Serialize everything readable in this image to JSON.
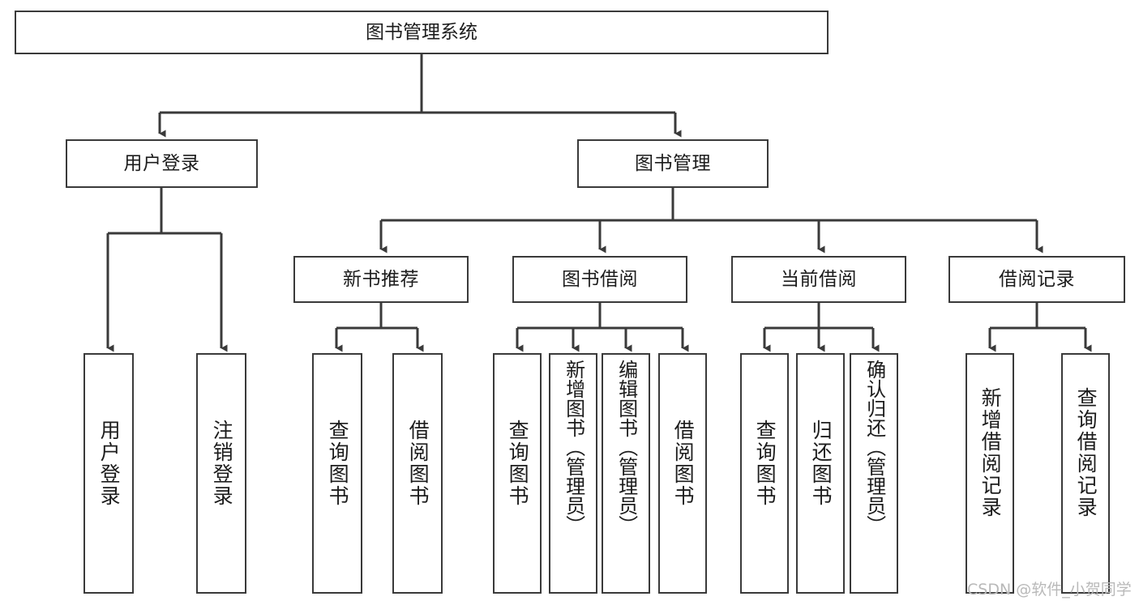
{
  "diagram": {
    "type": "tree-hierarchy",
    "title": "图书管理系统",
    "watermark": "CSDN @软件_小贺同学",
    "colors": {
      "box_border": "#3a3a3a",
      "box_fill": "#ffffff",
      "connector": "#3a3a3a",
      "text": "#1c1c1c",
      "watermark": "#b9b9b9"
    },
    "root": {
      "id": "root",
      "label": "图书管理系统"
    },
    "level2": [
      {
        "id": "user-login",
        "label": "用户登录"
      },
      {
        "id": "book-manage",
        "label": "图书管理"
      }
    ],
    "level3": [
      {
        "id": "new-book-recommend",
        "label": "新书推荐",
        "parent": "book-manage"
      },
      {
        "id": "book-borrow",
        "label": "图书借阅",
        "parent": "book-manage"
      },
      {
        "id": "current-borrow",
        "label": "当前借阅",
        "parent": "book-manage"
      },
      {
        "id": "borrow-record",
        "label": "借阅记录",
        "parent": "book-manage"
      }
    ],
    "leaves": [
      {
        "id": "leaf-user-login",
        "label": "用户登录",
        "parent": "user-login"
      },
      {
        "id": "leaf-user-logout",
        "label": "注销登录",
        "parent": "user-login"
      },
      {
        "id": "leaf-query-book-1",
        "label": "查询图书",
        "parent": "new-book-recommend"
      },
      {
        "id": "leaf-borrow-book-1",
        "label": "借阅图书",
        "parent": "new-book-recommend"
      },
      {
        "id": "leaf-query-book-2",
        "label": "查询图书",
        "parent": "book-borrow"
      },
      {
        "id": "leaf-add-book",
        "label": "新增图书（管理员）",
        "parent": "book-borrow"
      },
      {
        "id": "leaf-edit-book",
        "label": "编辑图书（管理员）",
        "parent": "book-borrow"
      },
      {
        "id": "leaf-borrow-book-2",
        "label": "借阅图书",
        "parent": "book-borrow"
      },
      {
        "id": "leaf-query-book-3",
        "label": "查询图书",
        "parent": "current-borrow"
      },
      {
        "id": "leaf-return-book",
        "label": "归还图书",
        "parent": "current-borrow"
      },
      {
        "id": "leaf-confirm-return",
        "label": "确认归还（管理员）",
        "parent": "current-borrow"
      },
      {
        "id": "leaf-add-record",
        "label": "新增借阅记录",
        "parent": "borrow-record"
      },
      {
        "id": "leaf-query-record",
        "label": "查询借阅记录",
        "parent": "borrow-record"
      }
    ]
  }
}
